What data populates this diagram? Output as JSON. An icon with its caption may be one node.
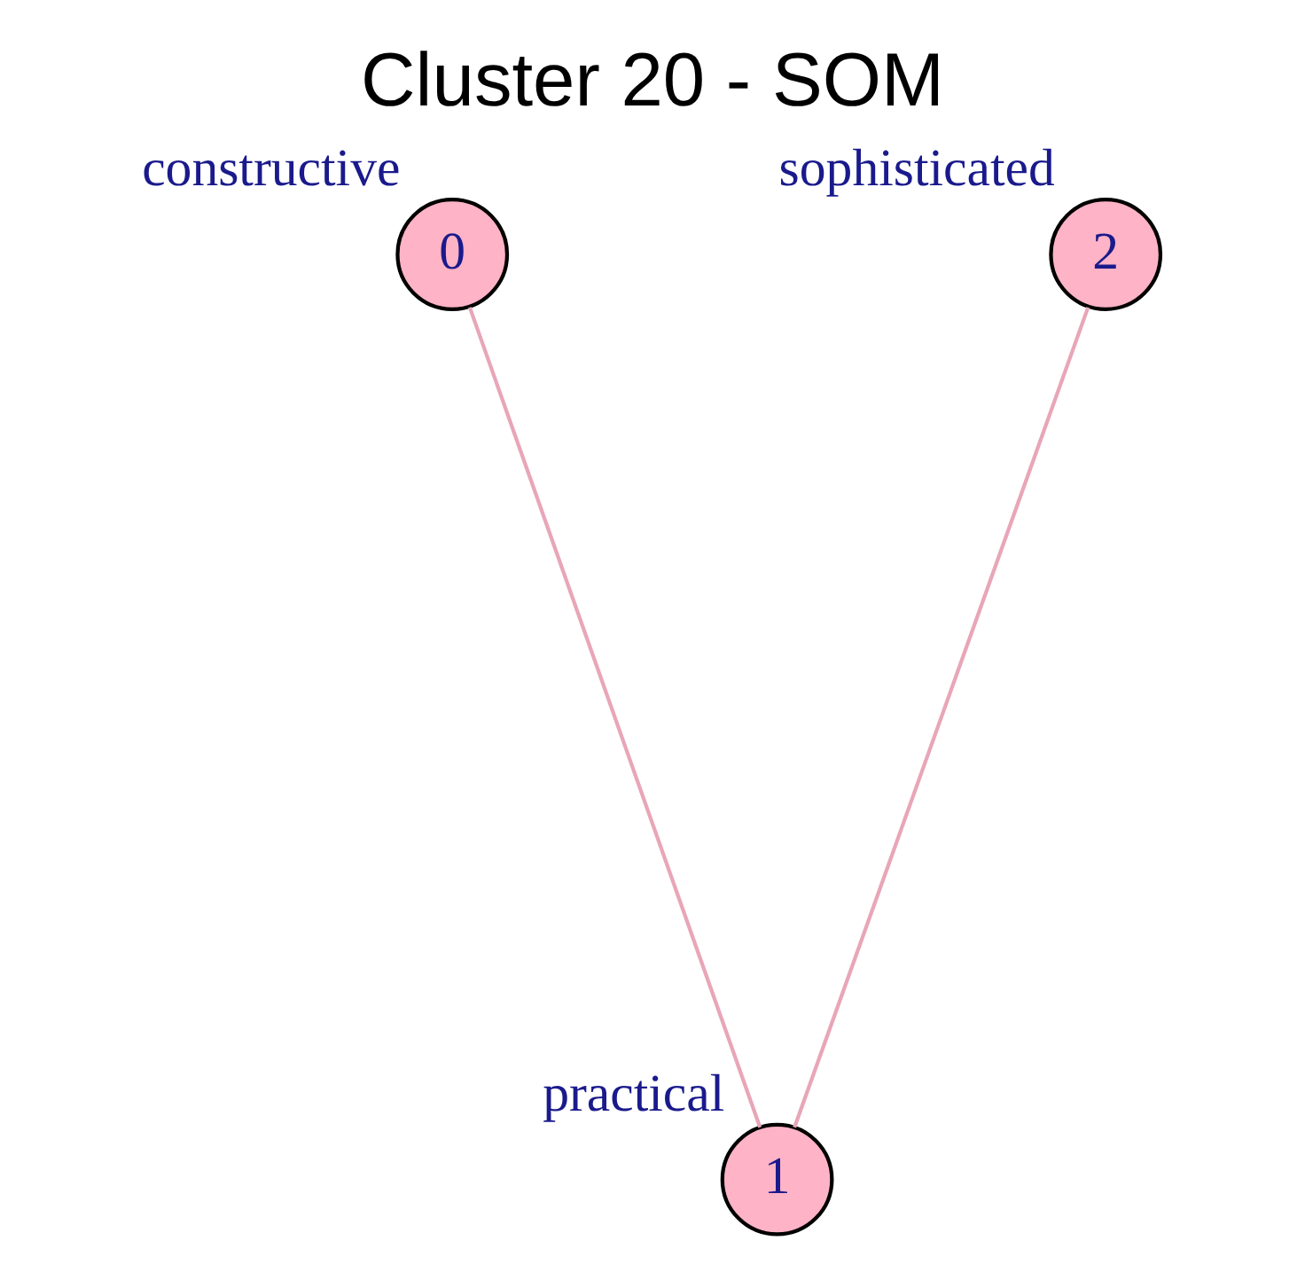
{
  "diagram": {
    "title": "Cluster 20 - SOM",
    "nodes": [
      {
        "text": [
          "0"
        ],
        "beside": [
          "constructive"
        ]
      },
      {
        "text": [
          "1"
        ],
        "beside": [
          "practical"
        ]
      },
      {
        "text": [
          "2"
        ],
        "beside": [
          "sophisticated"
        ]
      }
    ],
    "edges": [
      {
        "from": 0,
        "to": 1,
        "arrow": "none"
      },
      {
        "from": 2,
        "to": 1,
        "arrow": "none"
      }
    ]
  }
}
